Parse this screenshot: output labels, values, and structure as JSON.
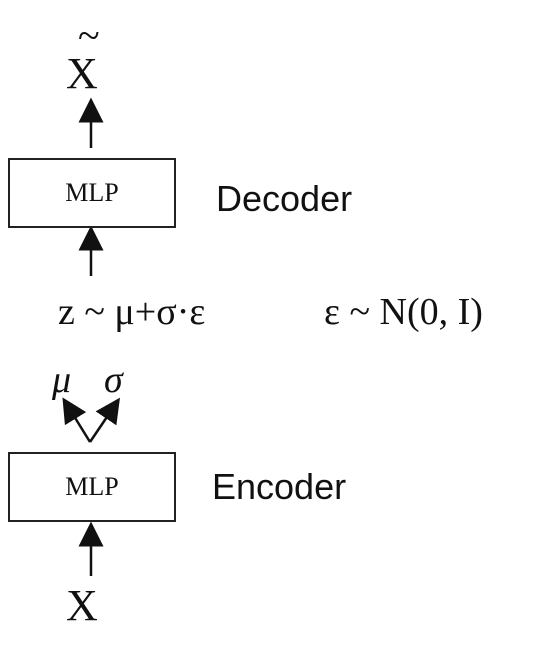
{
  "output_symbol": "X",
  "output_tilde": "~",
  "input_symbol": "X",
  "decoder": {
    "box_label": "MLP",
    "name": "Decoder"
  },
  "encoder": {
    "box_label": "MLP",
    "name": "Encoder"
  },
  "latent": {
    "sample_equation": "z ~ μ+σ·ε",
    "noise_equation": "ε ~ N(0, I)",
    "mu": "μ",
    "sigma": "σ"
  }
}
